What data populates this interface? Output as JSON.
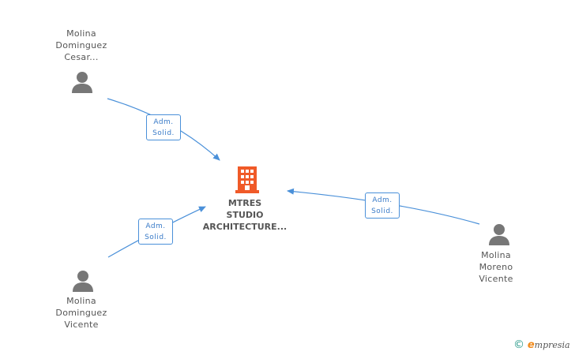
{
  "company": {
    "name_lines": [
      "MTRES",
      "STUDIO",
      "ARCHITECTURE..."
    ],
    "color": "#f05a28"
  },
  "people": [
    {
      "name_lines": [
        "Molina",
        "Dominguez",
        "Cesar..."
      ]
    },
    {
      "name_lines": [
        "Molina",
        "Dominguez",
        "Vicente"
      ]
    },
    {
      "name_lines": [
        "Molina",
        "Moreno",
        "Vicente"
      ]
    }
  ],
  "relations": [
    {
      "label_lines": [
        "Adm.",
        "Solid."
      ]
    },
    {
      "label_lines": [
        "Adm.",
        "Solid."
      ]
    },
    {
      "label_lines": [
        "Adm.",
        "Solid."
      ]
    }
  ],
  "colors": {
    "edge": "#4a90d9",
    "person_icon": "#777777"
  },
  "footer": {
    "copyright_symbol": "©",
    "brand_initial": "e",
    "brand_rest": "mpresia"
  }
}
